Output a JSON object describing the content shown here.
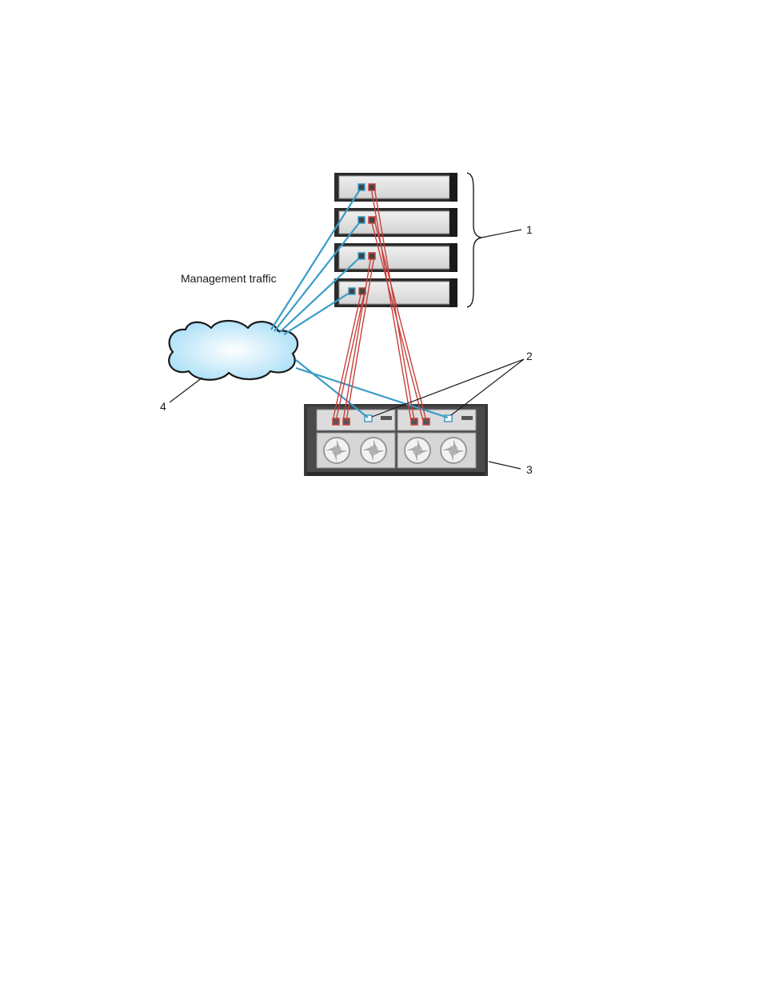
{
  "labels": {
    "management_traffic": "Management traffic",
    "callout_1": "1",
    "callout_2": "2",
    "callout_3": "3",
    "callout_4": "4"
  },
  "colors": {
    "management_cable": "#3a9cc6",
    "data_cable": "#c8403c",
    "cloud_fill": "#bfe9ff",
    "server_body": "#e3e3e3",
    "server_dark": "#2b2b2b",
    "enclosure_frame": "#3a3a3a"
  },
  "icons": {
    "cloud": "network-cloud-icon",
    "server": "rack-server-icon",
    "enclosure": "storage-enclosure-icon",
    "fan": "fan-icon"
  }
}
